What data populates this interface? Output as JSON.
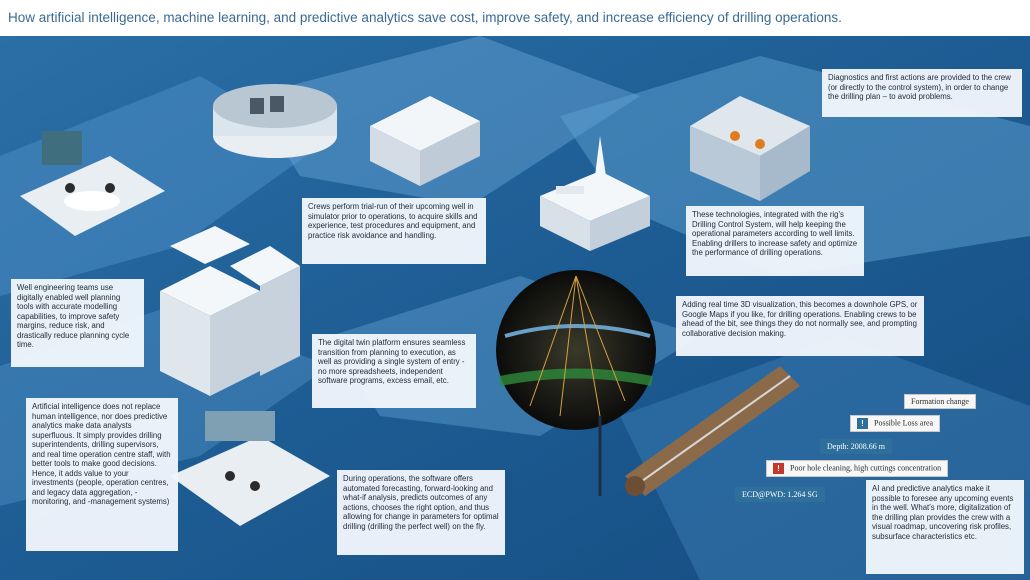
{
  "title": "How artificial intelligence, machine learning, and predictive analytics  save cost, improve safety, and increase efficiency of drilling operations.",
  "colors": {
    "background_blue": "#1f5f95",
    "light_blue": "#5e9fd0",
    "callout_bg": "#f0f6fc",
    "text_dark": "#1e2a36",
    "title_blue": "#3a6a94",
    "tag_dark": "#2f6f9b"
  },
  "callouts": {
    "diagnostics": "Diagnostics and first actions are provided to the crew (or directly to the control system), in order to change the drilling plan – to avoid problems.",
    "crews": "Crews perform trial-run of their upcoming well in simulator prior to operations, to acquire skills and experience, test procedures and equipment, and practice risk avoidance and handling.",
    "technologies": "These technologies, integrated with the rig's Drilling Control System, will help keeping the operational parameters according to well limits. Enabling drillers to increase safety and optimize the performance of drilling operations.",
    "well_engineering": "Well engineering teams use digitally enabled well planning tools with accurate modelling capabilities, to improve safety margins, reduce risk, and drastically reduce planning cycle time.",
    "digital_twin": "The digital twin platform ensures seamless transition from planning to execution, as well as providing a single system of entry - no more spreadsheets, independent software programs, excess email, etc.",
    "visualization": "Adding real time 3D visualization, this becomes a downhole GPS, or Google Maps if you like, for drilling operations. Enabling crews to be ahead of the bit, see things they do not normally see, and prompting collaborative decision making.",
    "ai_not_replace": "Artificial intelligence does not replace human intelligence, nor does predictive analytics make data analysts superfluous.  It simply  provides drilling superintendents, drilling supervisors, and real time operation centre staff, with better tools to make good decisions.  Hence, it adds value to your investments (people, operation centres, and legacy data aggregation, -monitoring, and -management systems)",
    "during_operations": "During operations, the software offers automated forecasting, forward-looking and what-if analysis, predicts outcomes of any actions, chooses the right option, and thus allowing for change in parameters for optimal drilling (drilling the perfect well) on the fly.",
    "ai_foresee": "AI and predictive analytics make it possible to foresee any upcoming events in the well. What's more, digitalization of the drilling plan provides the crew with a visual roadmap, uncovering risk profiles, subsurface characteristics etc."
  },
  "tags": {
    "formation_change": "Formation change",
    "possible_loss": "Possible Loss area",
    "depth": "Depth: 2008.66 m",
    "poor_hole": "Poor hole cleaning, high cuttings concentration",
    "ecd": "ECD@PWD: 1.264 SG"
  },
  "icons": {
    "info": "info-icon",
    "warning": "warning-icon"
  }
}
